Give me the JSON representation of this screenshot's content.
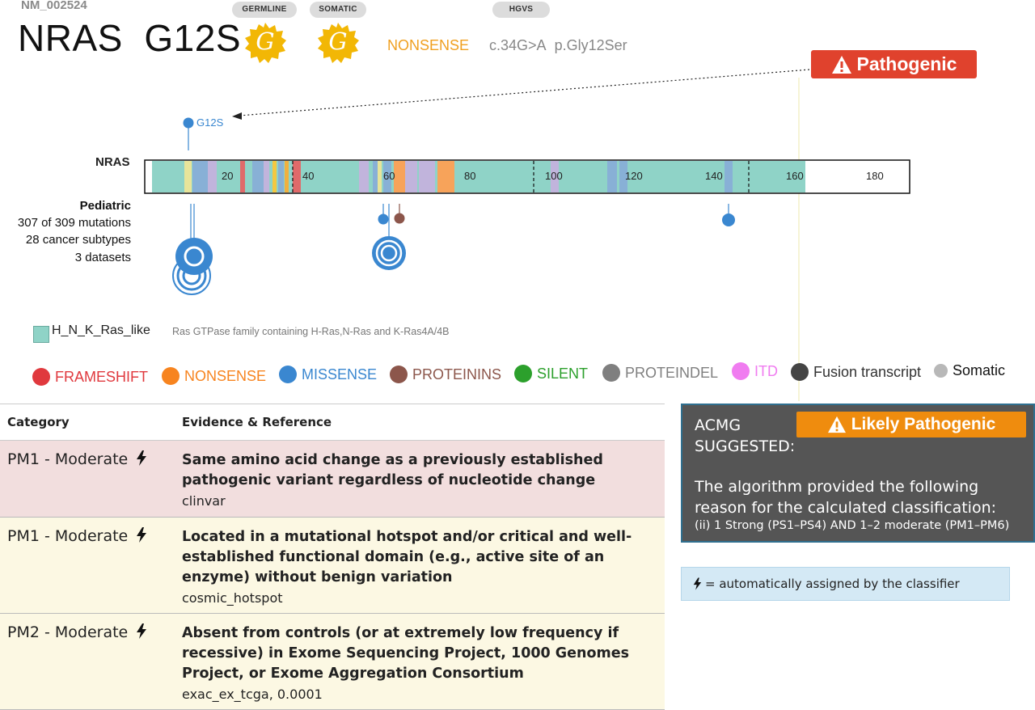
{
  "header": {
    "transcript_id": "NM_002524",
    "gene": "NRAS",
    "variant": "G12S",
    "germline_label": "GERMLINE",
    "somatic_label": "SOMATIC",
    "hgvs_label": "HGVS",
    "effect": "NONSENSE",
    "hgvs_c": "c.34G>A",
    "hgvs_p": "p.Gly12Ser",
    "badge_icon_letter": "G",
    "pathogenic_label": "Pathogenic"
  },
  "lollipop": {
    "gene_label": "NRAS",
    "mutation_label": "G12S",
    "ticks": [
      "20",
      "40",
      "60",
      "80",
      "100",
      "120",
      "140",
      "160",
      "180"
    ],
    "cohort": {
      "name": "Pediatric",
      "mutations": "307 of 309 mutations",
      "subtypes": "28 cancer subtypes",
      "datasets": "3 datasets"
    }
  },
  "domain_legend": {
    "name": "H_N_K_Ras_like",
    "description": "Ras GTPase family containing H-Ras,N-Ras and K-Ras4A/4B",
    "color": "#8fd3c7"
  },
  "legend": [
    {
      "label": "FRAMESHIFT",
      "color": "#e0393e",
      "text_color": "#e0393e"
    },
    {
      "label": "NONSENSE",
      "color": "#f7841f",
      "text_color": "#f7841f"
    },
    {
      "label": "MISSENSE",
      "color": "#3a87d0",
      "text_color": "#3a87d0"
    },
    {
      "label": "PROTEININS",
      "color": "#8c564b",
      "text_color": "#8c564b"
    },
    {
      "label": "SILENT",
      "color": "#2ca02c",
      "text_color": "#2ca02c"
    },
    {
      "label": "PROTEINDEL",
      "color": "#7f7f7f",
      "text_color": "#7f7f7f"
    },
    {
      "label": "ITD",
      "color": "#f07cf0",
      "text_color": "#f07cf0"
    },
    {
      "label": "Fusion transcript",
      "color": "#444444",
      "text_color": "#333333"
    },
    {
      "label": "Somatic",
      "color": "#b8b8b8",
      "text_color": "#111111"
    }
  ],
  "table": {
    "col_category": "Category",
    "col_evidence": "Evidence & Reference",
    "rows": [
      {
        "category": "PM1 - Moderate",
        "evidence": "Same amino acid change as a previously established pathogenic variant regardless of nucleotide change",
        "reference": "clinvar"
      },
      {
        "category": "PM1 - Moderate",
        "evidence": "Located in a mutational hotspot and/or critical and well-established functional domain (e.g., active site of an enzyme) without benign variation",
        "reference": "cosmic_hotspot"
      },
      {
        "category": "PM2 - Moderate",
        "evidence": "Absent from controls (or at extremely low frequency if recessive) in Exome Sequencing Project, 1000 Genomes Project, or Exome Aggregation Consortium",
        "reference": "exac_ex_tcga, 0.0001"
      }
    ]
  },
  "acmg": {
    "title_line1": "ACMG",
    "title_line2": "SUGGESTED:",
    "classification": "Likely Pathogenic",
    "reason_intro": "The algorithm provided the following reason for the calculated classification:",
    "reason_detail": "(ii) 1 Strong (PS1–PS4) AND 1–2 moderate (PM1–PM6)",
    "note": "= automatically assigned by the classifier"
  },
  "colors": {
    "pathogenic": "#e0422d",
    "likely_pathogenic": "#ef8c0e",
    "row1_bg": "#f2dede",
    "row_bg": "#fcf8e3",
    "acmg_bg": "#555555",
    "note_bg": "#d4e9f5",
    "badge_gold": "#f2b705"
  }
}
